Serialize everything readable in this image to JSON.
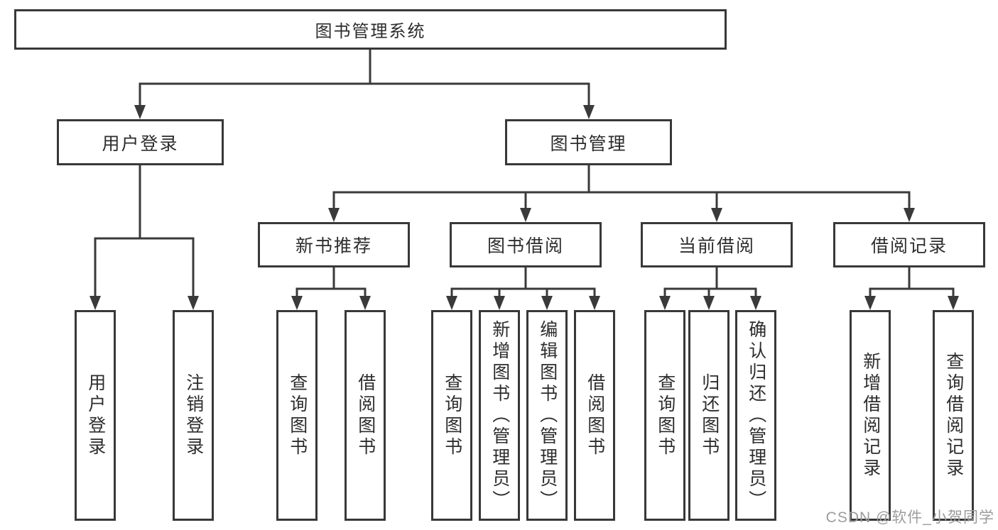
{
  "diagram": {
    "title": "图书管理系统",
    "colors": {
      "line": "#3a3a3a",
      "box_border": "#383838",
      "text": "#2d2d2d",
      "watermark_text": "#9c9c9c",
      "background": "#ffffff"
    },
    "level2": [
      {
        "label": "用户登录"
      },
      {
        "label": "图书管理"
      }
    ],
    "level3": [
      {
        "label": "新书推荐"
      },
      {
        "label": "图书借阅"
      },
      {
        "label": "当前借阅"
      },
      {
        "label": "借阅记录"
      }
    ],
    "leaves": {
      "user_login": [
        "用户登录",
        "注销登录"
      ],
      "new_books": [
        "查询图书",
        "借阅图书"
      ],
      "book_borrow": [
        "查询图书",
        "新增图书（管理员）",
        "编辑图书（管理员）",
        "借阅图书"
      ],
      "current_borrow": [
        "查询图书",
        "归还图书",
        "确认归还（管理员）"
      ],
      "borrow_records": [
        "新增借阅记录",
        "查询借阅记录"
      ]
    }
  },
  "watermark": "CSDN @软件_小贺同学"
}
